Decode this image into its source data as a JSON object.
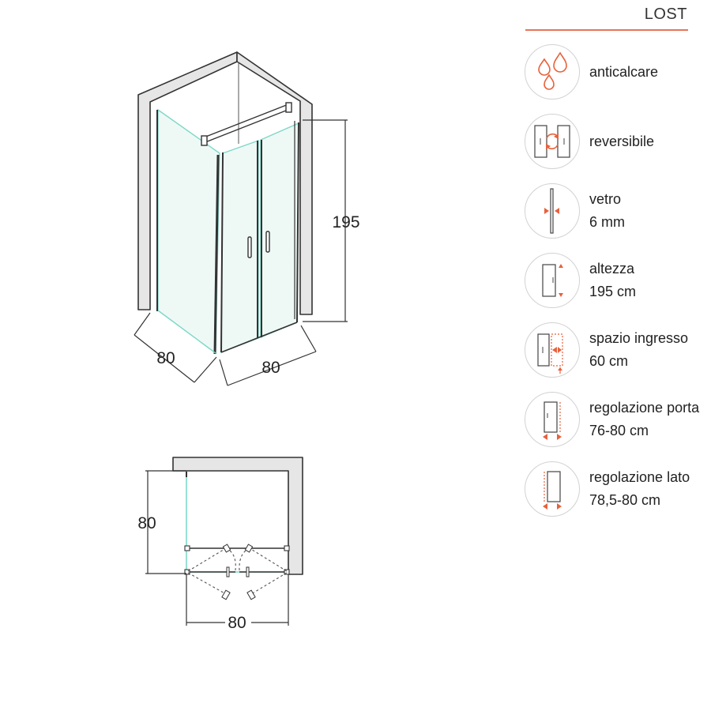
{
  "product": {
    "name": "LOST"
  },
  "dimensions": {
    "perspective_height": "195",
    "perspective_depth": "80",
    "perspective_width": "80",
    "plan_depth": "80",
    "plan_width": "80"
  },
  "features": [
    {
      "icon": "water-drops-icon",
      "line1": "anticalcare",
      "line2": ""
    },
    {
      "icon": "reversible-door-icon",
      "line1": "reversibile",
      "line2": ""
    },
    {
      "icon": "glass-thickness-icon",
      "line1": "vetro",
      "line2": "6 mm"
    },
    {
      "icon": "height-icon",
      "line1": "altezza",
      "line2": "195 cm"
    },
    {
      "icon": "entrance-space-icon",
      "line1": "spazio ingresso",
      "line2": "60 cm"
    },
    {
      "icon": "door-adjustment-icon",
      "line1": "regolazione porta",
      "line2": "76-80 cm"
    },
    {
      "icon": "side-adjustment-icon",
      "line1": "regolazione lato",
      "line2": "78,5-80 cm"
    }
  ],
  "colors": {
    "accent": "#e8613c",
    "glass": "#7fd8c8",
    "wall": "#e6e6e6",
    "line": "#333333"
  }
}
